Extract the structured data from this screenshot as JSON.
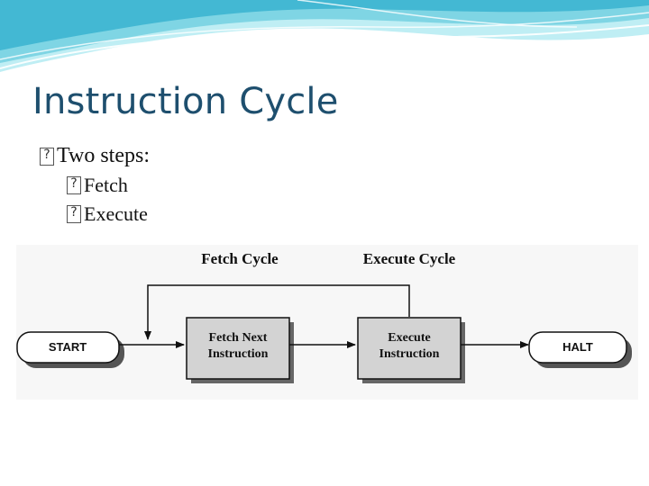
{
  "slide": {
    "title": "Instruction Cycle",
    "bullets": [
      {
        "level": 1,
        "marker_icon": "missing-glyph-icon",
        "text": "Two steps:"
      },
      {
        "level": 2,
        "marker_icon": "missing-glyph-icon",
        "text": "Fetch"
      },
      {
        "level": 2,
        "marker_icon": "missing-glyph-icon",
        "text": "Execute"
      }
    ]
  },
  "diagram": {
    "labels": {
      "fetch_cycle": "Fetch Cycle",
      "execute_cycle": "Execute Cycle"
    },
    "nodes": {
      "start": "START",
      "fetch": [
        "Fetch Next",
        "Instruction"
      ],
      "execute": [
        "Execute",
        "Instruction"
      ],
      "halt": "HALT"
    }
  },
  "colors": {
    "title": "#1e4f6e",
    "wave_light": "#a8e6ef",
    "wave_mid": "#5ec7dc",
    "box_fill": "#d3d3d3",
    "shadow": "#8a8a8a"
  }
}
